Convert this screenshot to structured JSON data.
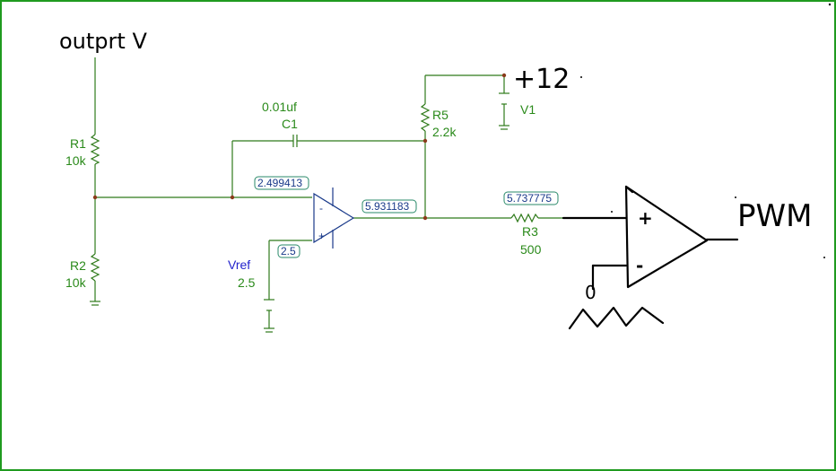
{
  "labels": {
    "out_label": "outprt V",
    "supply_label": "+12",
    "pwm_label": "PWM",
    "opamp2_plus": "+",
    "opamp2_minus": "-",
    "ramp_label": "0"
  },
  "components": {
    "r1": {
      "name": "R1",
      "value": "10k"
    },
    "r2": {
      "name": "R2",
      "value": "10k"
    },
    "r3": {
      "name": "R3",
      "value": "500"
    },
    "r5": {
      "name": "R5",
      "value": "2.2k"
    },
    "c1": {
      "name": "C1",
      "value": "0.01uf"
    },
    "v1": {
      "name": "V1"
    },
    "vref": {
      "name": "Vref",
      "value": "2.5"
    },
    "opamp1_minus": "-",
    "opamp1_plus": "+"
  },
  "probes": {
    "inv_input": "2.499413",
    "opamp_out": "5.931183",
    "ref_node": "2.5",
    "r3_node": "5.737775"
  },
  "colors": {
    "wire": "#2f7a1a",
    "component": "#1a3a8a",
    "frame": "#1f9a1f",
    "label": "#2a8a1a",
    "ink": "#000000"
  }
}
